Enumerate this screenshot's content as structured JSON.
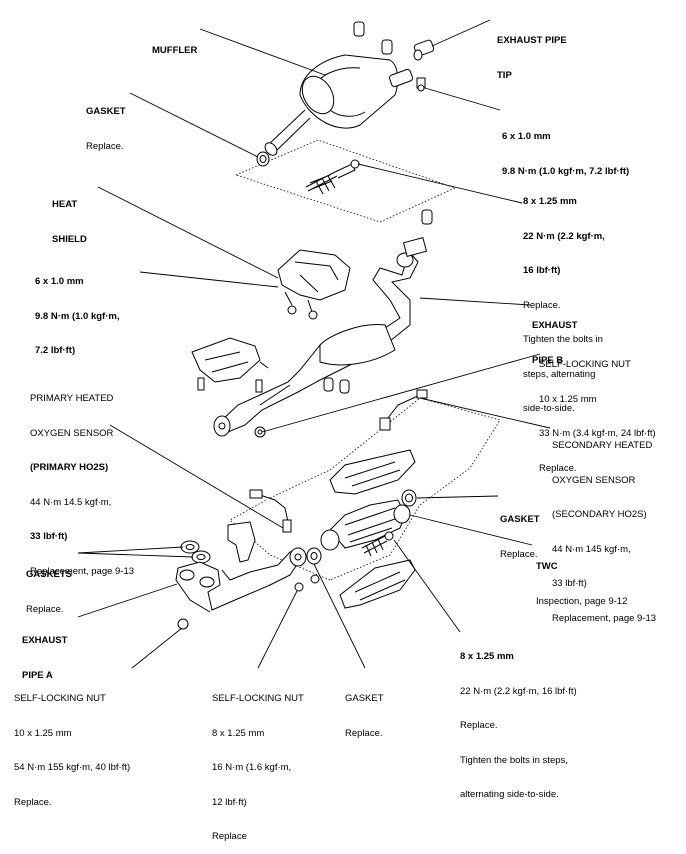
{
  "labels": {
    "muffler": {
      "title": "MUFFLER"
    },
    "exhaust_pipe_tip": {
      "line1": "EXHAUST PIPE",
      "line2": "TIP"
    },
    "gasket_top": {
      "title": "GASKET",
      "note": "Replace."
    },
    "bolt_6x1_top": {
      "size": "6 x 1.0 mm",
      "torque": "9.8 N·m (1.0 kgf·m, 7.2 lbf·ft)"
    },
    "heat_shield": {
      "line1": "HEAT",
      "line2": "SHIELD"
    },
    "bolt_8x125_top": {
      "size": "8 x 1.25 mm",
      "torque1": "22 N·m (2.2 kgf·m,",
      "torque2": "16 lbf·ft)",
      "note1": "Replace.",
      "note2": "Tighten the bolts in",
      "note3": "steps, alternating",
      "note4": "side-to-side."
    },
    "bolt_6x1_mid": {
      "size": "6 x 1.0 mm",
      "torque1": "9.8 N·m (1.0 kgf·m,",
      "torque2": "7.2 lbf·ft)"
    },
    "exhaust_pipe_b": {
      "line1": "EXHAUST",
      "line2": "PIPE B"
    },
    "self_locking_nut_right": {
      "title": "SELF-LOCKING NUT",
      "size": "10 x 1.25 mm",
      "torque": "33 N·m (3.4 kgf·m, 24 lbf·ft)",
      "note": "Replace."
    },
    "primary_sensor": {
      "line1": "PRIMARY HEATED",
      "line2": "OXYGEN SENSOR",
      "line3": "(PRIMARY HO2S)",
      "torque1": "44 N·m 14.5 kgf·m,",
      "torque2": "33 lbf·ft)",
      "note": "Replacement, page 9-13"
    },
    "secondary_sensor": {
      "line1": "SECONDARY HEATED",
      "line2": "OXYGEN SENSOR",
      "line3": "(SECONDARY HO2S)",
      "torque1": "44 N·m 145 kgf·m,",
      "torque2": "33 lbf·ft)",
      "note": "Replacement, page 9-13"
    },
    "gasket_right": {
      "title": "GASKET",
      "note": "Replace."
    },
    "twc": {
      "title": "TWC",
      "note": "Inspection, page 9-12"
    },
    "gaskets_left": {
      "title": "GASKETS",
      "note": "Replace."
    },
    "exhaust_pipe_a": {
      "line1": "EXHAUST",
      "line2": "PIPE A"
    },
    "bolt_8x125_bottom": {
      "size": "8 x 1.25 mm",
      "torque": "22 N·m (2.2 kgf·m, 16 lbf·ft)",
      "note1": "Replace.",
      "note2": "Tighten the bolts in steps,",
      "note3": "alternating side-to-side."
    },
    "self_locking_nut_bl": {
      "title": "SELF-LOCKING NUT",
      "size": "10 x 1.25 mm",
      "torque": "54 N·m 155 kgf·m, 40 lbf·ft)",
      "note": "Replace."
    },
    "self_locking_nut_bm": {
      "title": "SELF-LOCKING NUT",
      "size": "8 x 1.25 mm",
      "torque1": "16 N·m (1.6 kgf·m,",
      "torque2": "12 lbf·ft)",
      "note": "Replace"
    },
    "gasket_bottom": {
      "title": "GASKET",
      "note": "Replace."
    }
  }
}
